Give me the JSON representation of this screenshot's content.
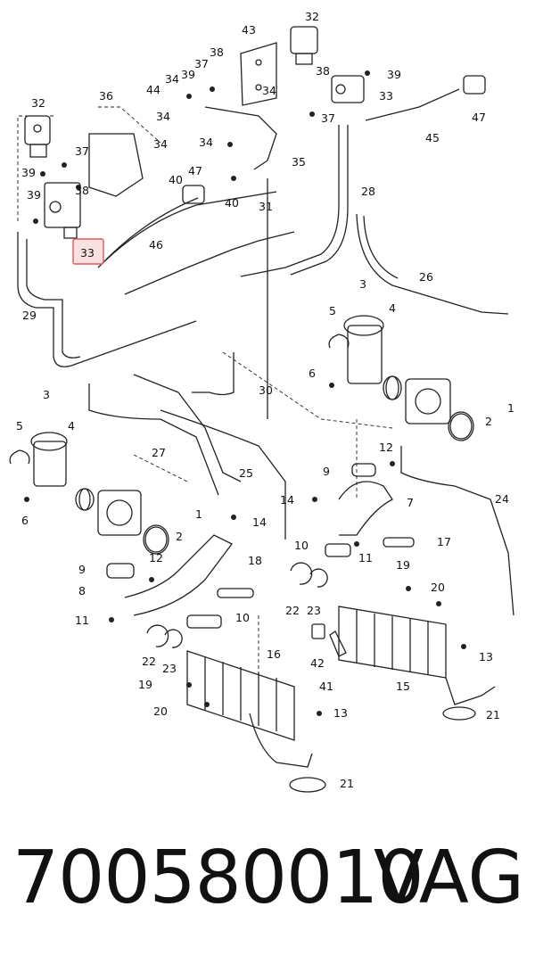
{
  "callouts": [
    "1",
    "2",
    "3",
    "4",
    "5",
    "6",
    "7",
    "8",
    "9",
    "10",
    "11",
    "12",
    "13",
    "14",
    "15",
    "16",
    "17",
    "18",
    "19",
    "20",
    "21",
    "22",
    "23",
    "24",
    "25",
    "26",
    "27",
    "28",
    "29",
    "30",
    "31",
    "32",
    "33",
    "34",
    "35",
    "36",
    "37",
    "38",
    "39",
    "40",
    "41",
    "42",
    "43",
    "44",
    "45",
    "46",
    "47"
  ],
  "highlighted_callout": "33",
  "caption": {
    "part_number": "700580010",
    "brand": "VAG"
  },
  "colors": {
    "line": "#222222",
    "highlight": "#e05a5a"
  }
}
